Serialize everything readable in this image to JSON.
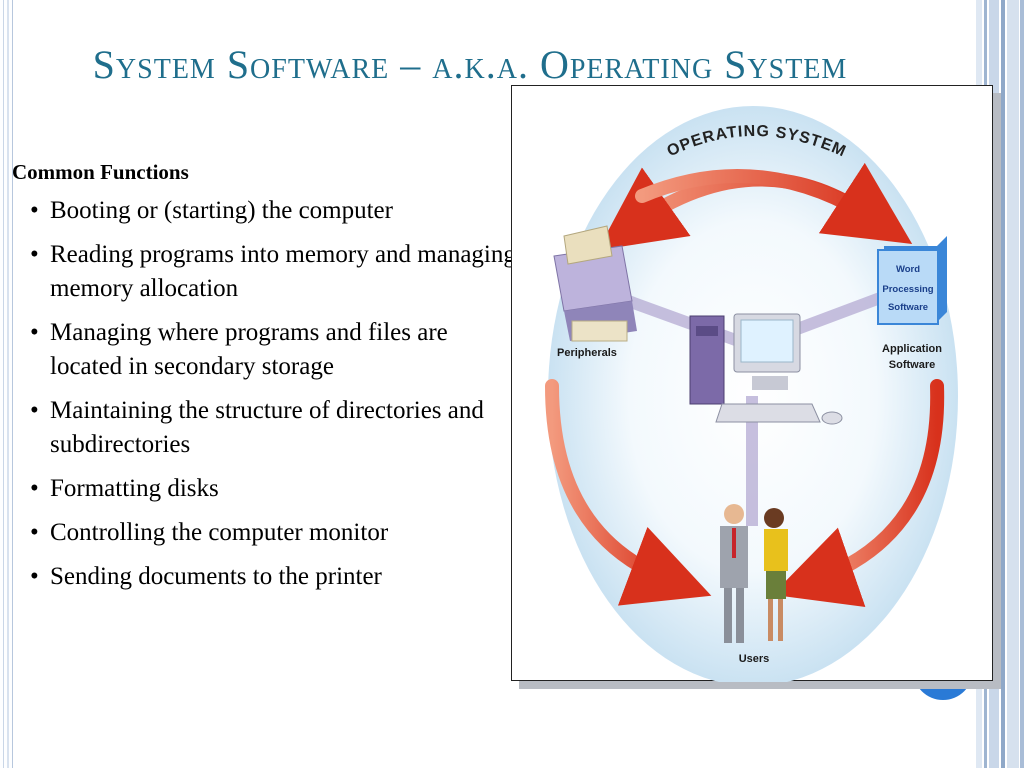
{
  "slide": {
    "title": "System Software – a.k.a. Operating System",
    "subheading": "Common Functions",
    "bullets": [
      "Booting or (starting) the computer",
      "Reading programs into memory and managing memory allocation",
      "Managing where programs and files are located in secondary storage",
      "Maintaining the structure of directories and subdirectories",
      "Formatting disks",
      "Controlling the computer monitor",
      "Sending documents to the printer"
    ]
  },
  "figure": {
    "ring_label": "OPERATING SYSTEM",
    "peripherals_label": "Peripherals",
    "application_label_1": "Application",
    "application_label_2": "Software",
    "wp_line_1": "Word",
    "wp_line_2": "Processing",
    "wp_line_3": "Software",
    "users_label": "Users"
  },
  "colors": {
    "title": "#1f6e8c",
    "arrow": "#e2472f",
    "ellipse": "#cfe6f5",
    "accent_blue": "#2a7ad6"
  }
}
